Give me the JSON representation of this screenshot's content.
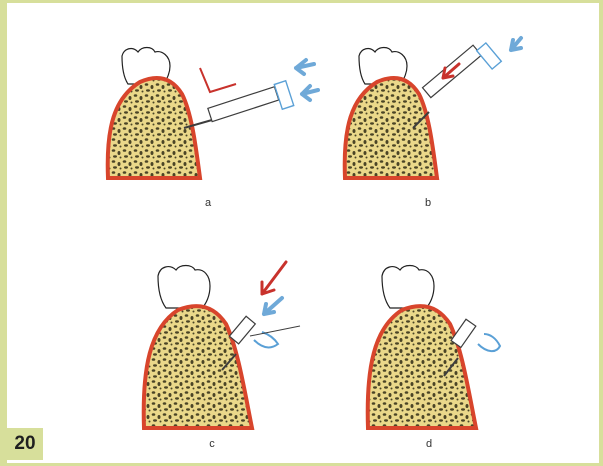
{
  "figure": {
    "number": "20"
  },
  "panels": [
    {
      "id": "a",
      "label": "a"
    },
    {
      "id": "b",
      "label": "b"
    },
    {
      "id": "c",
      "label": "c"
    },
    {
      "id": "d",
      "label": "d"
    }
  ],
  "colors": {
    "border": "#d7df9b",
    "bone_fill": "#ead88a",
    "bone_edge": "#d8452c",
    "bone_spots": "#4a4426",
    "red_arrow": "#c8322c",
    "blue_arrow": "#6fa9d8",
    "instrument": "#3d3d3d",
    "cap_blue": "#5aa0d6"
  }
}
